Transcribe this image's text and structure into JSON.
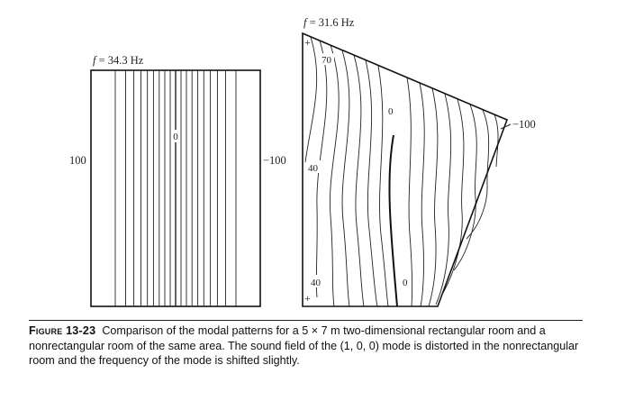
{
  "rect_room": {
    "freq_var": "f",
    "freq_value": " = 34.3 Hz",
    "left_value": "100",
    "center_value": "0",
    "right_value": "−100"
  },
  "quad_room": {
    "freq_var": "f",
    "freq_value": " = 31.6 Hz",
    "top_plus": "+",
    "bottom_plus": "+",
    "label_70": "70",
    "label_40_upper": "40",
    "label_40_lower": "40",
    "label_0_upper": "0",
    "label_0_lower": "0",
    "right_value": "−100"
  },
  "caption": {
    "figure_label": "Figure 13-23",
    "text": "Comparison of the modal patterns for a 5 × 7 m two-dimensional rectangular room and a nonrectangular room of the same area. The sound field of the (1, 0, 0) mode is distorted in the nonrectangular room and the frequency of the mode is shifted slightly."
  }
}
